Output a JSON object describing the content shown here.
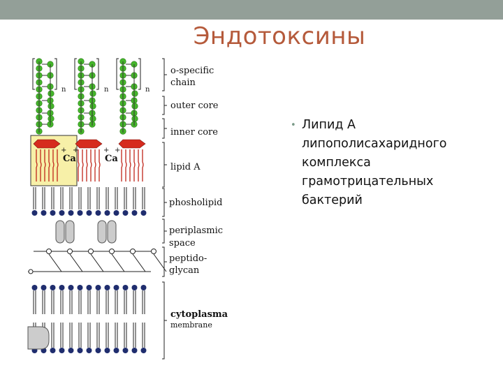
{
  "slide": {
    "title": "Эндотоксины",
    "bullet": "Липид А липополисахаридного комплекса грамотрицательных бактерий"
  },
  "diagram": {
    "repeat_marker": "n",
    "ion_label": "Ca",
    "ion_charge": "+",
    "labels": {
      "o_specific_1": "o-specific",
      "o_specific_2": "chain",
      "outer_core": "outer core",
      "inner_core": "inner core",
      "lipid_a": "lipid A",
      "phospholipid": "phosholipid",
      "periplasmic_1": "periplasmic",
      "periplasmic_2": "space",
      "peptido_1": "peptido-",
      "peptido_2": "glycan",
      "cytoplasma_1": "cytoplasma",
      "cytoplasma_2": "membrane"
    },
    "colors": {
      "sugar": "#44b52a",
      "lipid_a_box": "#f7f0a8",
      "lipid_a_head": "#d62b1e",
      "lipid_a_tail": "#c0251a",
      "lipid_head": "#1f2d6e",
      "protein": "#cccccc",
      "title": "#b55a3b"
    }
  }
}
